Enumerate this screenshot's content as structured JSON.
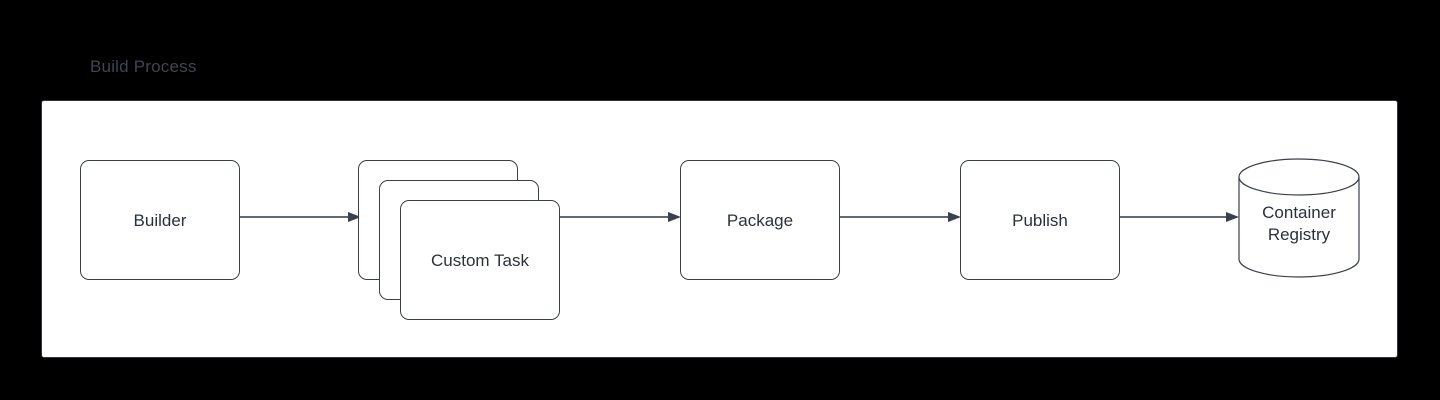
{
  "diagram": {
    "title": "Build Process",
    "type": "flow",
    "background_color": "#000000",
    "surface_color": "#ffffff",
    "stroke_color": "#39404b",
    "text_color": "#2b313c",
    "title_color": "#3d4654",
    "nodes": [
      {
        "id": "builder",
        "label": "Builder",
        "shape": "rounded-rect"
      },
      {
        "id": "custom-task-back",
        "label": "Custom Task",
        "shape": "rounded-rect"
      },
      {
        "id": "custom-task-middle",
        "label": "Custom Task",
        "shape": "rounded-rect"
      },
      {
        "id": "custom-task-front",
        "label": "Custom Task",
        "shape": "rounded-rect"
      },
      {
        "id": "package",
        "label": "Package",
        "shape": "rounded-rect"
      },
      {
        "id": "publish",
        "label": "Publish",
        "shape": "rounded-rect"
      },
      {
        "id": "registry",
        "label_line1": "Container",
        "label_line2": "Registry",
        "shape": "cylinder"
      }
    ],
    "edges": [
      {
        "id": "builder-to-custom-task",
        "from": "builder",
        "to": "custom-task-back",
        "arrow": "filled-triangle"
      },
      {
        "id": "custom-task-to-package",
        "from": "custom-task-front",
        "to": "package",
        "arrow": "filled-triangle"
      },
      {
        "id": "package-to-publish",
        "from": "package",
        "to": "publish",
        "arrow": "filled-triangle"
      },
      {
        "id": "publish-to-registry",
        "from": "publish",
        "to": "registry",
        "arrow": "filled-triangle"
      }
    ]
  }
}
